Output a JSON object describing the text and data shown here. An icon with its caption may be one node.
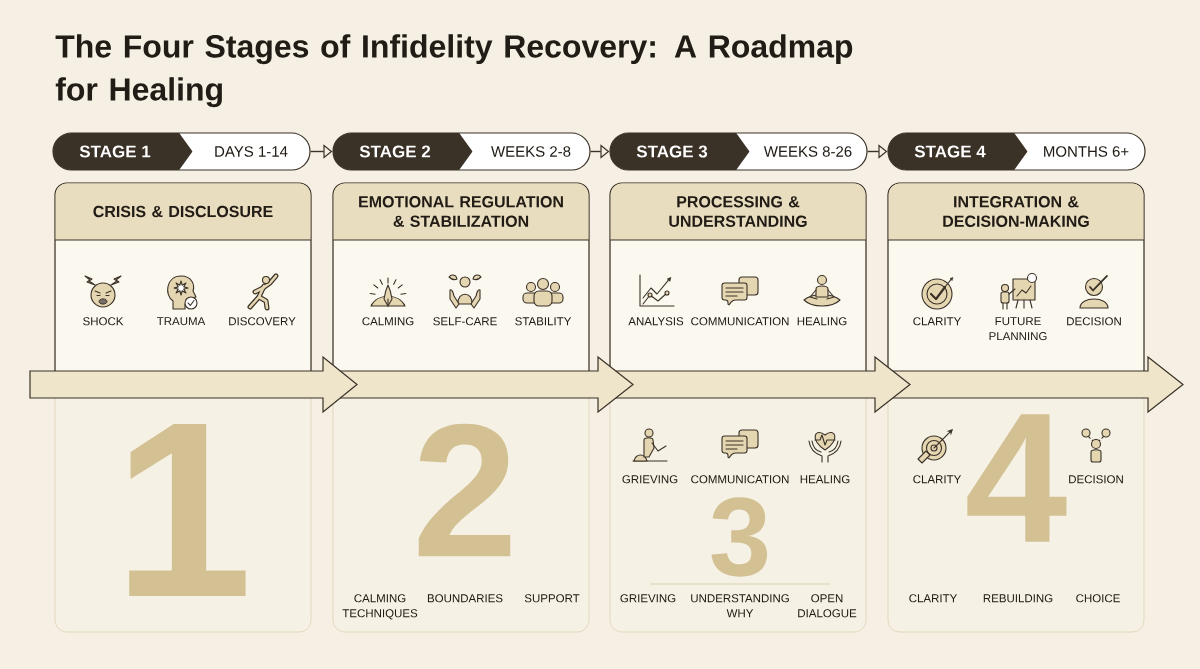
{
  "diagram": {
    "title": "The Four Stages of Infidelity Recovery: A Roadmap for Healing",
    "nodes": [
      {
        "text": [
          "STAGE 1",
          "DAYS 1-14"
        ]
      },
      {
        "text": [
          "STAGE 2",
          "WEEKS 2-8"
        ]
      },
      {
        "text": [
          "STAGE 3",
          "WEEKS 8-26"
        ]
      },
      {
        "text": [
          "STAGE 4",
          "MONTHS 6+"
        ]
      },
      {
        "text": [
          "CRISIS & DISCLOSURE",
          "SHOCK",
          "TRAUMA",
          "DISCOVERY",
          "1"
        ]
      },
      {
        "text": [
          "EMOTIONAL REGULATION & STABILIZATION",
          "CALMING",
          "SELF-CARE",
          "STABILITY",
          "2",
          "CALMING TECHNIQUES",
          "BOUNDARIES",
          "SUPPORT"
        ]
      },
      {
        "text": [
          "PROCESSING & UNDERSTANDING",
          "ANALYSIS",
          "COMMUNICATION",
          "HEALING",
          "GRIEVING",
          "COMMUNICATION",
          "HEALING",
          "3",
          "GRIEVING",
          "UNDERSTANDING WHY",
          "OPEN DIALOGUE"
        ]
      },
      {
        "text": [
          "INTEGRATION & DECISION-MAKING",
          "CLARITY",
          "FUTURE PLANNING",
          "DECISION",
          "CLARITY",
          "4",
          "DECISION",
          "CLARITY",
          "REBUILDING",
          "CHOICE"
        ]
      }
    ],
    "edges": [
      {
        "from": 0,
        "to": 1,
        "arrow": "to"
      },
      {
        "from": 1,
        "to": 2,
        "arrow": "to"
      },
      {
        "from": 2,
        "to": 3,
        "arrow": "to"
      }
    ]
  }
}
